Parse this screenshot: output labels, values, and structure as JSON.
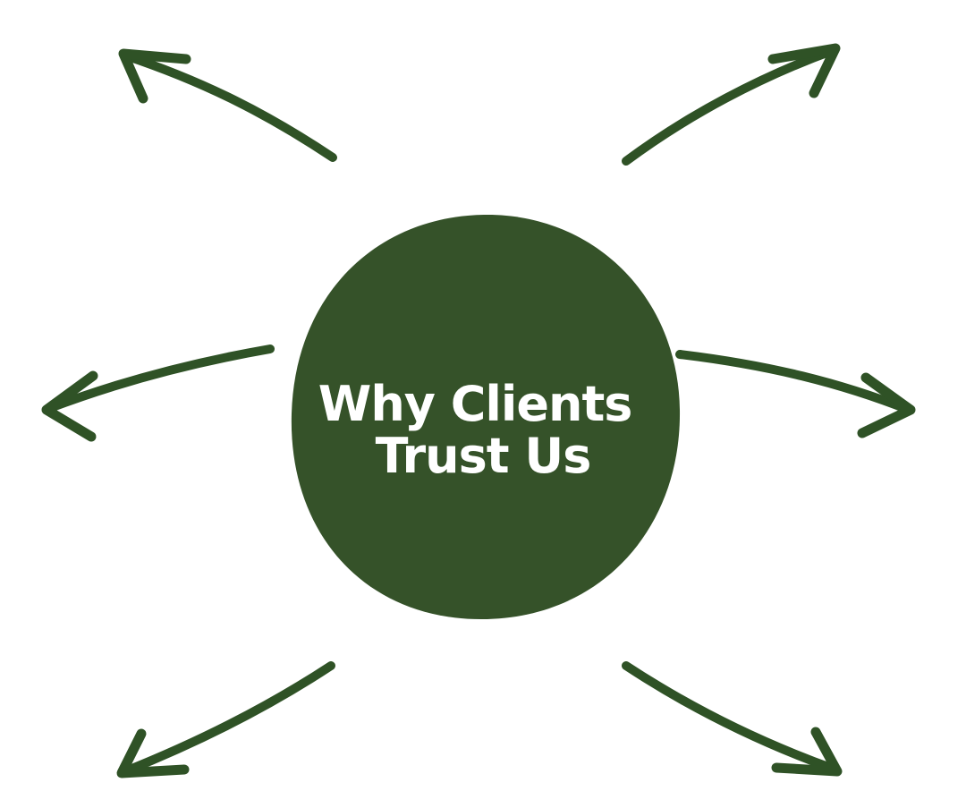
{
  "diagram": {
    "center": {
      "title_lines": [
        "Why Clients",
        "Trust Us"
      ],
      "fill_color": "#355229",
      "text_color": "#ffffff"
    },
    "arrow_color": "#2f5226",
    "arrows": [
      {
        "id": "top-left",
        "direction": "up-left"
      },
      {
        "id": "top-right",
        "direction": "up-right"
      },
      {
        "id": "middle-left",
        "direction": "left"
      },
      {
        "id": "middle-right",
        "direction": "right"
      },
      {
        "id": "bottom-left",
        "direction": "down-left"
      },
      {
        "id": "bottom-right",
        "direction": "down-right"
      }
    ]
  }
}
